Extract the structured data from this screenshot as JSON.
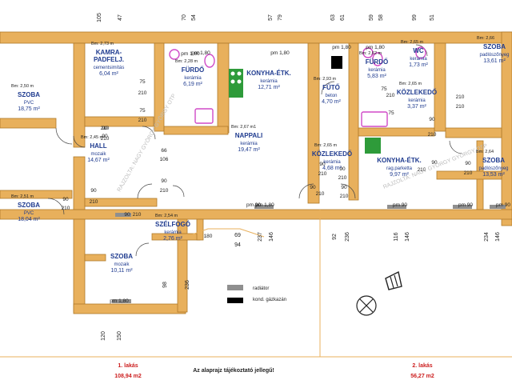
{
  "colors": {
    "wall": "#e8b05c",
    "wall_edge": "#b07a2a",
    "text_blue": "#1f3b8f",
    "footer_red": "#cc1e1e",
    "radiator": "#8f8f8f",
    "gas": "#000000",
    "fixture": "#d04ac7",
    "stove": "#2e9b3a",
    "dim_line": "#444444"
  },
  "rooms": [
    {
      "id": "szoba-nw",
      "name": "SZOBA",
      "material": "PVC",
      "area": "18,75 m²",
      "height": "Bm: 2,50 m"
    },
    {
      "id": "kamra",
      "name": "KAMRA-\nPADFELJ.",
      "material": "cementsimítás",
      "area": "6,04 m²",
      "height": "Bm: 2,73 m"
    },
    {
      "id": "furdo-1",
      "name": "FÜRDŐ",
      "material": "kerámia",
      "area": "6,19 m²",
      "height": "Bm: 2,28 m"
    },
    {
      "id": "konyha-1",
      "name": "KONYHA-ÉTK.",
      "material": "kerámia",
      "area": "12,71 m²",
      "height": ""
    },
    {
      "id": "hall",
      "name": "HALL",
      "material": "mozaik",
      "area": "14,67 m²",
      "height": "Bm: 2,45 m"
    },
    {
      "id": "nappali",
      "name": "NAPPALI",
      "material": "kerámia",
      "area": "19,47 m²",
      "height": "Bm: 2,67 m1"
    },
    {
      "id": "szoba-w",
      "name": "SZOBA",
      "material": "PVC",
      "area": "18,04 m²",
      "height": "Bm: 2,51 m"
    },
    {
      "id": "szelfogo",
      "name": "SZÉLFOGÓ",
      "material": "kerámia",
      "area": "2,76 m²",
      "height": "Bm: 2,54 m"
    },
    {
      "id": "szoba-sw",
      "name": "SZOBA",
      "material": "mozaik",
      "area": "10,11 m²",
      "height": ""
    },
    {
      "id": "futo",
      "name": "FŰTŐ",
      "material": "beton",
      "area": "4,70 m²",
      "height": "Bm: 2,93 m"
    },
    {
      "id": "kozl-1",
      "name": "KÖZLEKEDŐ",
      "material": "kerámia",
      "area": "4,68 m²",
      "height": "Bm: 2,65 m"
    },
    {
      "id": "furdo-2",
      "name": "FÜRDŐ",
      "material": "kerámia",
      "area": "5,83 m²",
      "height": "Bm: 2,62 m"
    },
    {
      "id": "wc",
      "name": "WC",
      "material": "kerámia",
      "area": "1,73 m²",
      "height": "Bm: 2,65 m"
    },
    {
      "id": "kozl-2",
      "name": "KÖZLEKEDŐ",
      "material": "kerámia",
      "area": "3,37 m²",
      "height": "Bm: 2,65 m"
    },
    {
      "id": "konyha-2",
      "name": "KONYHA-ÉTK.",
      "material": "rag.parketta",
      "area": "9,97 m²",
      "height": ""
    },
    {
      "id": "szoba-ne",
      "name": "SZOBA",
      "material": "padlószőnyeg",
      "area": "13,61 m²",
      "height": "Bm: 2,66"
    },
    {
      "id": "szoba-e",
      "name": "SZOBA",
      "material": "padlószőnyeg",
      "area": "13,53 m²",
      "height": "Bm: 2,64"
    }
  ],
  "dims_top": [
    "105",
    "47",
    "70",
    "54",
    "57",
    "79",
    "63",
    "61",
    "59",
    "58",
    "99",
    "51"
  ],
  "dims_side": [
    "120",
    "150",
    "98",
    "236",
    "69",
    "94",
    "237",
    "146",
    "92",
    "236",
    "116",
    "146",
    "234",
    "146"
  ],
  "dims_inner": [
    "pm 1,80",
    "pm 1,80",
    "pm 1,80",
    "pm 1,80",
    "pm 1,80",
    "pm 1,80",
    "pm 1,80",
    "pm 90",
    "pm 90",
    "pm 90",
    "pm 90",
    "90",
    "210",
    "75",
    "210",
    "75",
    "210",
    "90",
    "210",
    "66",
    "106",
    "90",
    "210",
    "90",
    "210",
    "90",
    "210",
    "90",
    "210",
    "75",
    "210",
    "75",
    "210",
    "210",
    "90",
    "210",
    "90",
    "210",
    "90",
    "210",
    "90",
    "210",
    "90",
    "210",
    "90",
    "210",
    "90",
    "210",
    "180"
  ],
  "legend": {
    "radiator": "radiátor",
    "gas": "kond. gázkazán"
  },
  "footer": {
    "apt1_label": "1. lakás",
    "apt1_area": "108,94 m2",
    "note": "Az alaprajz tájékoztató jellegű!",
    "apt2_label": "2. lakás",
    "apt2_area": "56,27 m2"
  },
  "watermark": "RAJZOLTA: NAGY GYÖRGY GYÖRGY OTP"
}
